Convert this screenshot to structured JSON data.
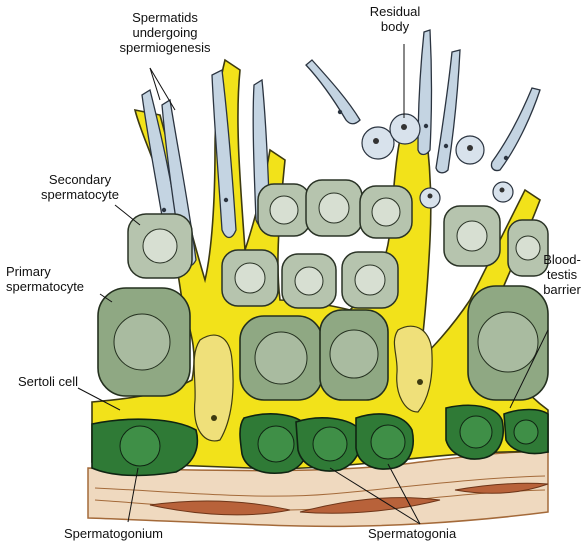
{
  "labels": {
    "spermatids": "Spermatids\nundergoing\nspermiogenesis",
    "residual_body": "Residual\nbody",
    "secondary_spermatocyte": "Secondary\nspermatocyte",
    "primary_spermatocyte": "Primary\nspermatocyte",
    "sertoli_cell": "Sertoli cell",
    "blood_testis_barrier": "Blood-\ntestis\nbarrier",
    "spermatogonium": "Spermatogonium",
    "spermatogonia": "Spermatogonia"
  },
  "colors": {
    "sertoli": "#f2e21a",
    "spermatid": "#c4d4e2",
    "secondary": "#b6c4ae",
    "primary": "#8fa883",
    "spermatogonia": "#2f7a36",
    "basement": "#efd9bf",
    "capillary": "#b8623a"
  }
}
